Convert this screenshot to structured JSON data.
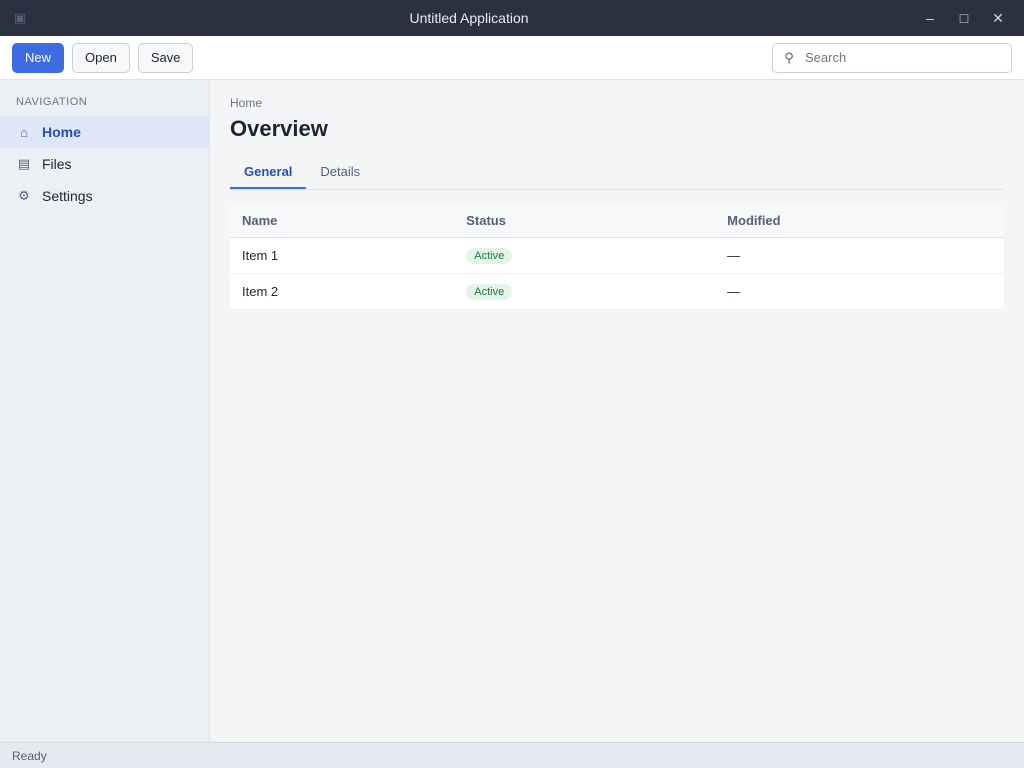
{
  "window": {
    "title": "Untitled Application"
  },
  "toolbar": {
    "new_label": "New",
    "open_label": "Open",
    "save_label": "Save",
    "search_placeholder": "Search"
  },
  "sidebar": {
    "heading": "Navigation",
    "items": [
      {
        "label": "Home",
        "icon": "home-icon"
      },
      {
        "label": "Files",
        "icon": "folder-icon"
      },
      {
        "label": "Settings",
        "icon": "gear-icon"
      }
    ]
  },
  "main": {
    "breadcrumb": "Home",
    "title": "Overview",
    "tabs": [
      "General",
      "Details"
    ],
    "table": {
      "headers": [
        "Name",
        "Status",
        "Modified"
      ],
      "rows": [
        [
          "Item 1",
          "Active",
          "—"
        ],
        [
          "Item 2",
          "Active",
          "—"
        ]
      ]
    }
  },
  "status": {
    "left": "Ready",
    "right": ""
  }
}
